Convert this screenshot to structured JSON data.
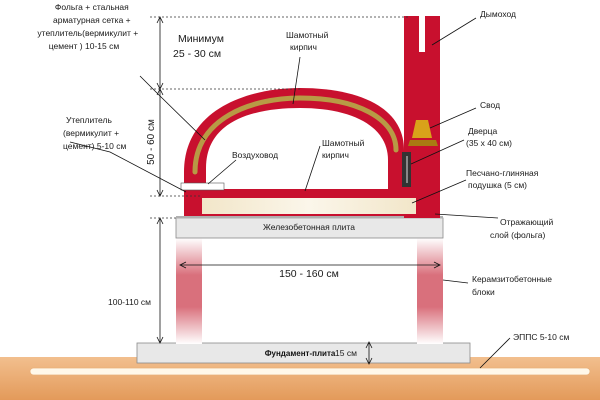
{
  "labels": {
    "foil_mesh": [
      "Фольга + стальная",
      "арматурная сетка  +",
      "утеплитель(вермикулит +",
      "цемент ) 10-15  см"
    ],
    "minimum": [
      "Минимум",
      "25 - 30 см"
    ],
    "fireclay_top": [
      "Шамотный",
      "кирпич"
    ],
    "chimney": "Дымоход",
    "vault": "Свод",
    "door": [
      "Дверца",
      "(35 х 40 см)"
    ],
    "height_50_60": "50 - 60 см",
    "insulation": [
      "Утеплитель",
      "(вермикулит +",
      "цемент) 5-10 см"
    ],
    "air_duct": "Воздуховод",
    "fireclay_bottom": [
      "Шамотный",
      "кирпич"
    ],
    "sand_clay": [
      "Песчано-глиняная",
      "подушка  (5 см)"
    ],
    "rc_slab": "Железобетонная плита",
    "reflective": [
      "Отражающий",
      "слой (фольга)"
    ],
    "width_150_160": "150 - 160 см",
    "height_100_110": "100-110 см",
    "blocks": [
      "Керамзитобетонные",
      "блоки"
    ],
    "epps": "ЭППС 5-10  см",
    "foundation": "Фундамент-плита",
    "foundation_15": "15 см"
  },
  "colors": {
    "brick_red": "#c8102e",
    "fireclay_tan": "#b89a45",
    "ground": "#e9a86e",
    "slab": "#e8e8e8",
    "window_white": "#ffffff"
  }
}
